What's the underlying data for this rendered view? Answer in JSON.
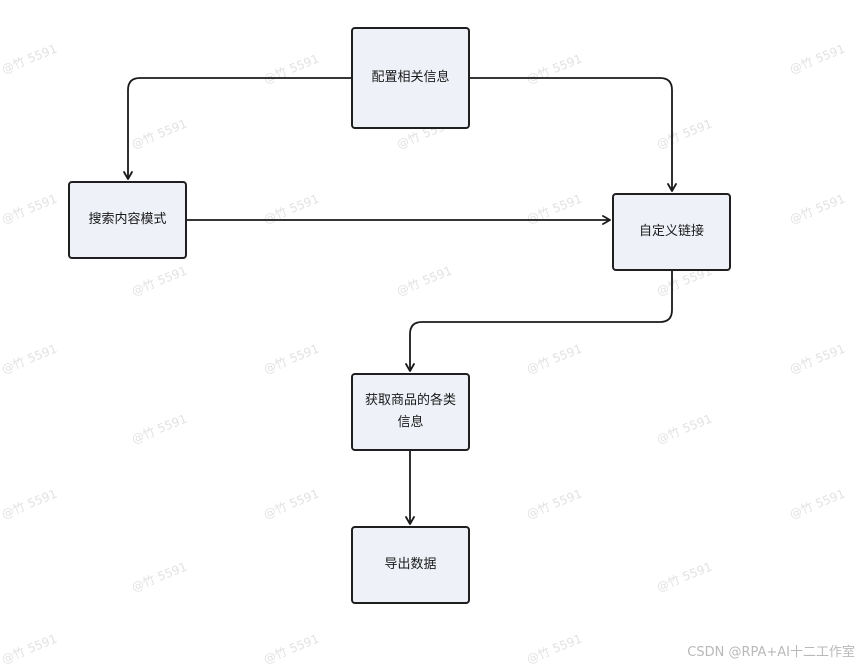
{
  "nodes": {
    "configure": "配置相关信息",
    "search_mode": "搜索内容模式",
    "custom_link": "自定义链接",
    "get_info_line1": "获取商品的各类",
    "get_info_line2": "信息",
    "export": "导出数据"
  },
  "watermark": {
    "text": "@竹 5591"
  },
  "footer": {
    "credit": "CSDN @RPA+AI十二工作室"
  },
  "colors": {
    "node_fill": "#eef1f8",
    "node_border": "#1f1f1f",
    "edge": "#1a1a1a"
  }
}
